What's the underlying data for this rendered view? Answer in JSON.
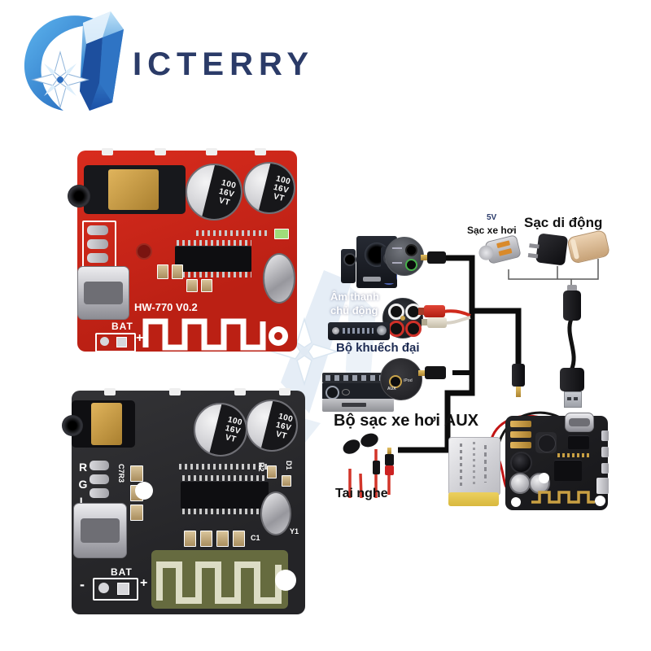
{
  "logo": {
    "brand": "ICTERRY"
  },
  "red_board": {
    "model": "HW-770 V0.2",
    "bat_label": "BAT",
    "plus": "+",
    "cap_line1": "100",
    "cap_line2": "16V",
    "cap_line3": "VT"
  },
  "black_board": {
    "refs_vertical": "RGL",
    "c7r3": "C7R3",
    "c6c9": "C6C9",
    "r2": "R2",
    "d1": "D1",
    "c1": "C1",
    "y1": "Y1",
    "bat_label": "BAT",
    "minus": "-",
    "plus": "+",
    "cap_line1": "100",
    "cap_line2": "16V",
    "cap_line3": "VT"
  },
  "diagram": {
    "labels": {
      "speaker": "Âm thanh chủ động",
      "amplifier": "Bộ khuếch đại",
      "car_aux": "Bộ sạc xe hơi AUX",
      "earphones": "Tai nghe",
      "voltage": "5V",
      "car_charger": "Sạc xe hơi",
      "mobile_charger": "Sạc di động",
      "aux_port": "AUX",
      "ipod_port": "iPod"
    }
  },
  "colors": {
    "accent_navy": "#2b3b68",
    "board_red": "#cf2318",
    "board_black": "#2b2b2e",
    "wire_black": "#0c0c0c",
    "rca_red": "#cf2a1c",
    "battery_tape": "#e5c554",
    "pcb_gold": "#c9a043"
  }
}
